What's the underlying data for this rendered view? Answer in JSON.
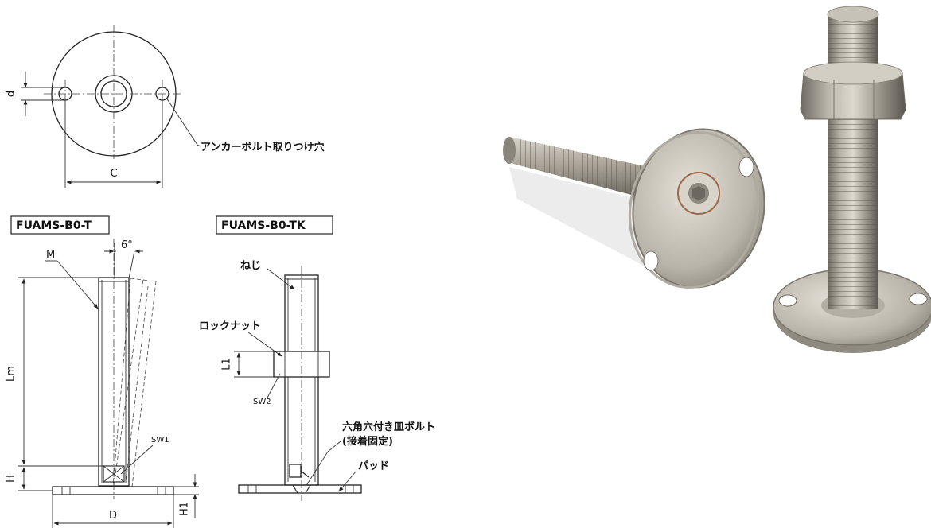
{
  "dimensions": {
    "d": "d",
    "C": "C",
    "D": "D",
    "Lm": "Lm",
    "H": "H",
    "H1": "H1",
    "L1": "L1",
    "M": "M",
    "angle": "6°"
  },
  "labels": {
    "anchor_hole": "アンカーボルト取りつけ穴",
    "screw": "ねじ",
    "lock_nut": "ロックナット",
    "sw1": "SW1",
    "sw2": "SW2",
    "hex_bolt_line1": "六角穴付き皿ボルト",
    "hex_bolt_line2": "(接着固定)",
    "pad": "パッド"
  },
  "models": {
    "t": "FUAMS-B0-T",
    "tk": "FUAMS-B0-TK"
  }
}
